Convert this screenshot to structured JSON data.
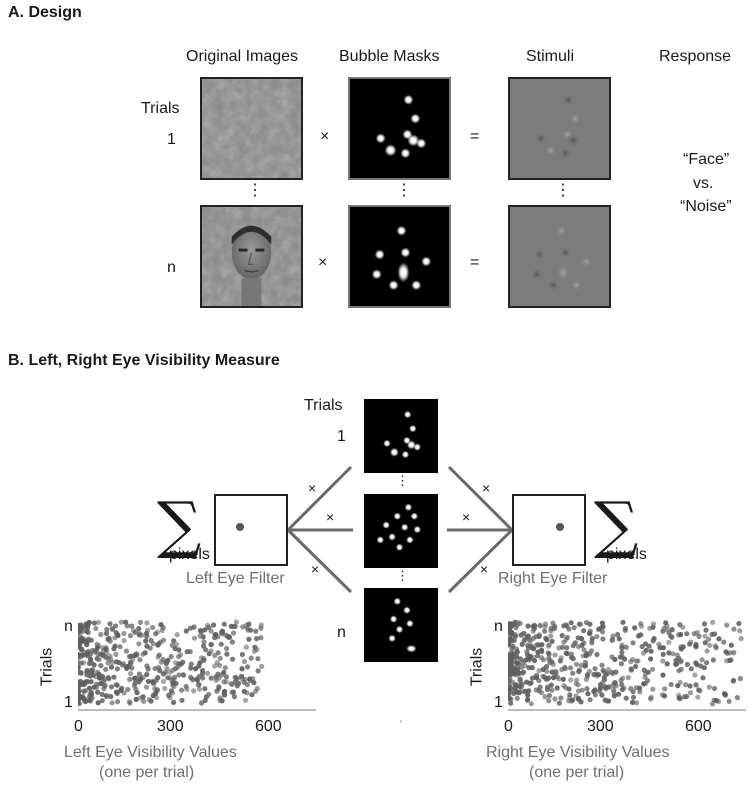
{
  "section_a": {
    "title": "A. Design",
    "col_original": "Original Images",
    "col_masks": "Bubble Masks",
    "col_stimuli": "Stimuli",
    "col_response": "Response",
    "trials_label": "Trials",
    "row_1": "1",
    "row_n": "n",
    "times": "×",
    "equals": "=",
    "vdots": "⋮",
    "response_face": "“Face”",
    "response_vs": "vs.",
    "response_noise": "“Noise”"
  },
  "section_b": {
    "title": "B. Left, Right Eye Visibility Measure",
    "trials_label": "Trials",
    "row_1": "1",
    "row_n": "n",
    "times": "×",
    "vdots": "⋮",
    "sum": "∑",
    "pixels": "pixels",
    "left_filter_label": "Left Eye Filter",
    "right_filter_label": "Right Eye Filter"
  },
  "colors": {
    "tile_border": "#555555",
    "mask_bg": "#000000",
    "stim_bg": "#7c7c7c",
    "scatter_dot": "#5f5f5f",
    "connector": "#6a6a6a"
  },
  "chart_data": [
    {
      "type": "scatter",
      "xlabel": "Left Eye Visibility Values",
      "xlabel_sub": "(one per trial)",
      "ylabel": "Trials",
      "y_ticks": [
        "n",
        "1"
      ],
      "x_ticks": [
        0,
        300,
        600
      ],
      "xlim": [
        0,
        720
      ],
      "density": "dense near 0, thinning out to about 550"
    },
    {
      "type": "scatter",
      "xlabel": "Right Eye Visibility Values",
      "xlabel_sub": "(one per trial)",
      "ylabel": "Trials",
      "y_ticks": [
        "n",
        "1"
      ],
      "x_ticks": [
        0,
        300,
        600
      ],
      "xlim": [
        0,
        720
      ],
      "density": "dense near 0, thinning out to about 700"
    }
  ]
}
